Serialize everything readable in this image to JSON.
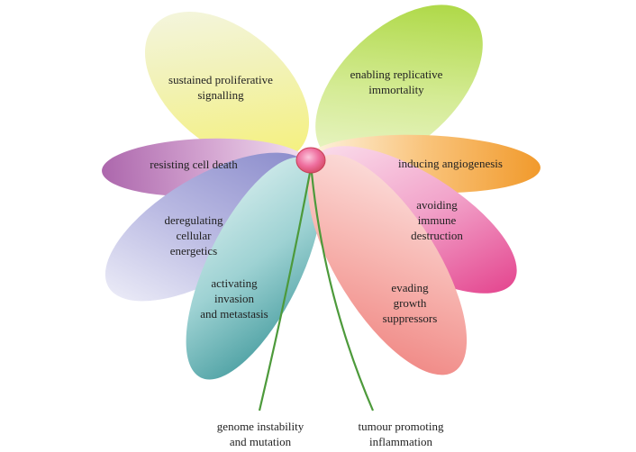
{
  "petals": [
    {
      "id": "sustained-proliferative-signalling",
      "label": "sustained proliferative\nsignalling"
    },
    {
      "id": "enabling-replicative-immortality",
      "label": "enabling replicative\nimmortality"
    },
    {
      "id": "resisting-cell-death",
      "label": "resisting cell death"
    },
    {
      "id": "inducing-angiogenesis",
      "label": "inducing angiogenesis"
    },
    {
      "id": "deregulating-cellular-energetics",
      "label": "deregulating\ncellular\nenergetics"
    },
    {
      "id": "avoiding-immune-destruction",
      "label": "avoiding\nimmune\ndestruction"
    },
    {
      "id": "activating-invasion-and-metastasis",
      "label": "activating\ninvasion\nand metastasis"
    },
    {
      "id": "evading-growth-suppressors",
      "label": "evading\ngrowth\nsuppressors"
    }
  ],
  "stems": [
    {
      "id": "genome-instability",
      "label": "genome instability\nand mutation"
    },
    {
      "id": "tumour-promoting-inflammation",
      "label": "tumour promoting\ninflammation"
    }
  ]
}
